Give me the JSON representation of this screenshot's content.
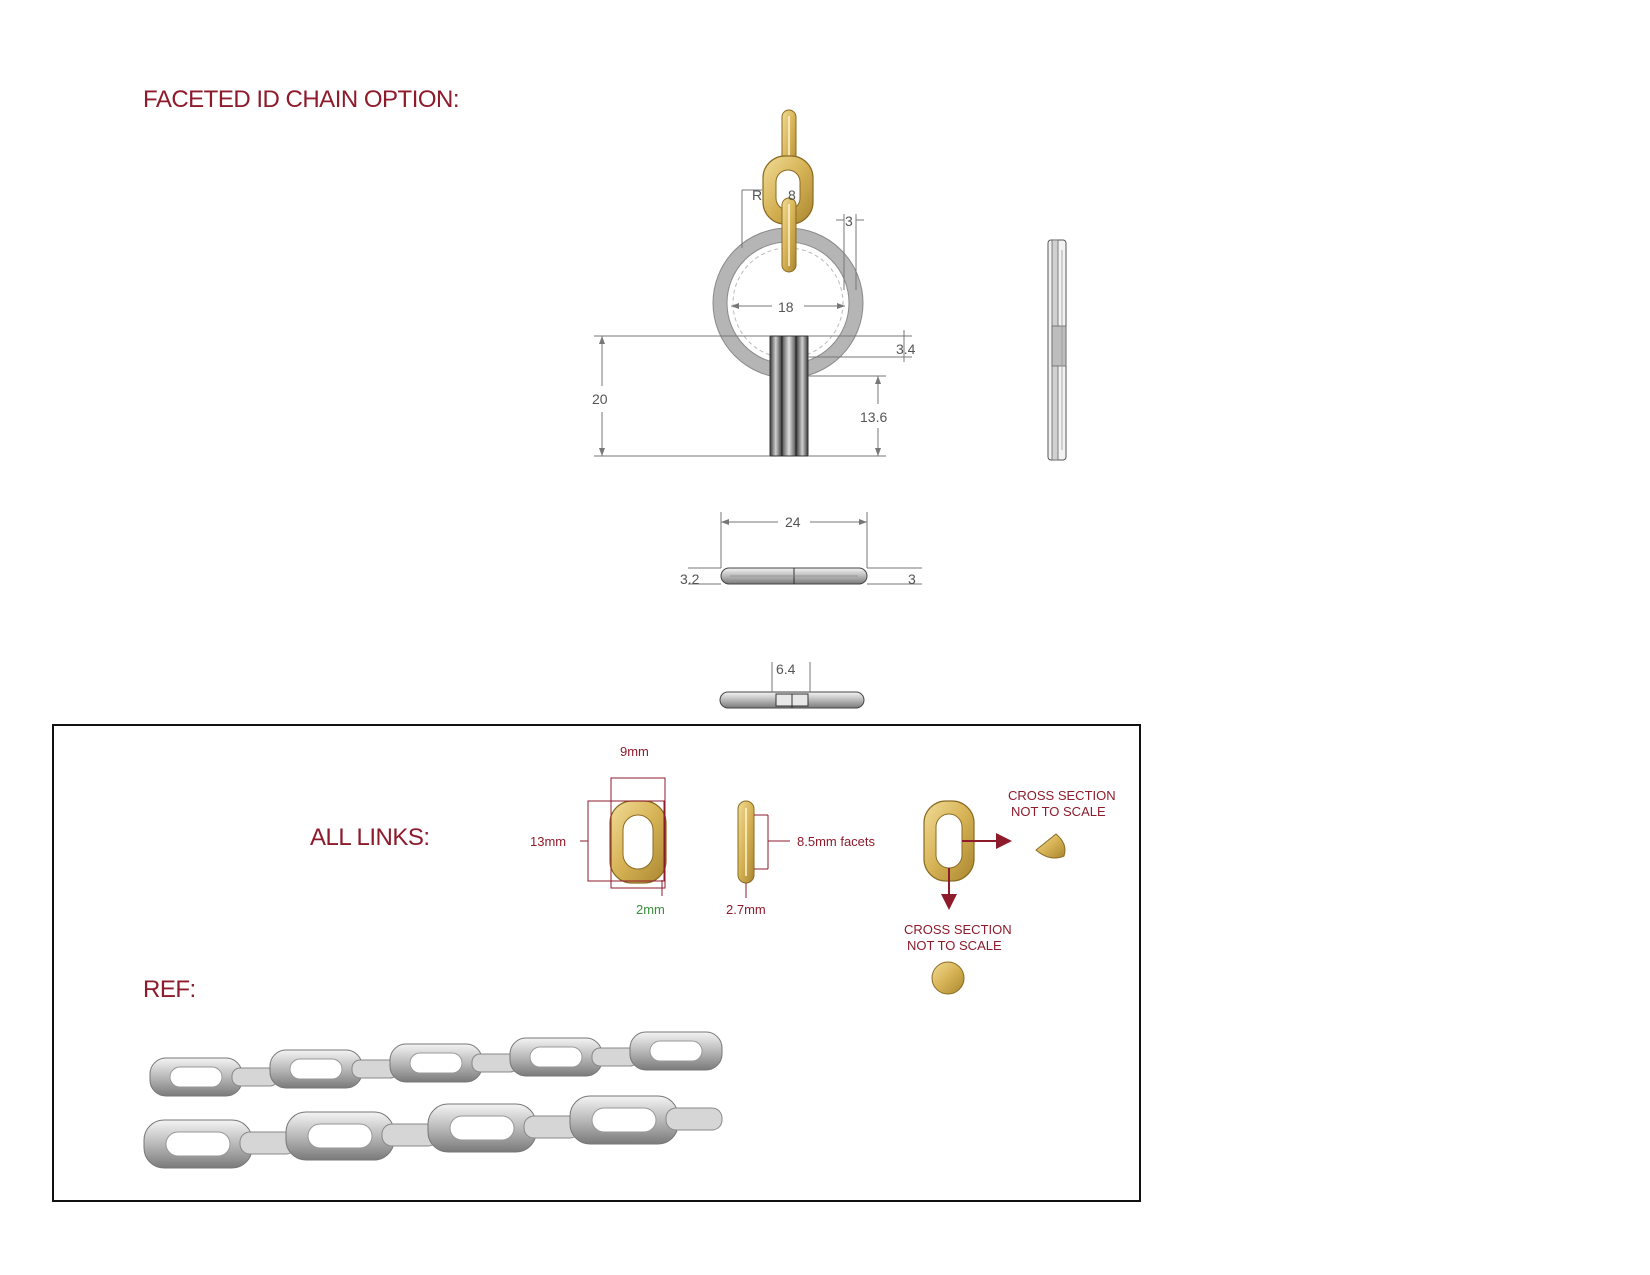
{
  "header": {
    "title": "FACETED ID CHAIN OPTION:"
  },
  "front_view": {
    "radius_label": "R",
    "radius_value": "8",
    "ring_width": "3",
    "inner_diameter": "18",
    "bar_offset": "3.4",
    "total_height": "20",
    "bar_height": "13.6"
  },
  "top_view": {
    "width": "24",
    "left_thickness": "3.2",
    "right_thickness": "3"
  },
  "bottom_view": {
    "gap": "6.4"
  },
  "links_panel": {
    "title": "ALL LINKS:",
    "width": "9mm",
    "height": "13mm",
    "wall": "2mm",
    "thickness": "2.7mm",
    "facets": "8.5mm facets",
    "cross_section_1_line1": "CROSS SECTION",
    "cross_section_1_line2": "NOT TO SCALE",
    "cross_section_2_line1": "CROSS SECTION",
    "cross_section_2_line2": "NOT TO SCALE"
  },
  "ref": {
    "title": "REF:"
  },
  "colors": {
    "accent": "#8e1b2c",
    "gold": "#d9b55a",
    "green": "#3a8c3a"
  }
}
